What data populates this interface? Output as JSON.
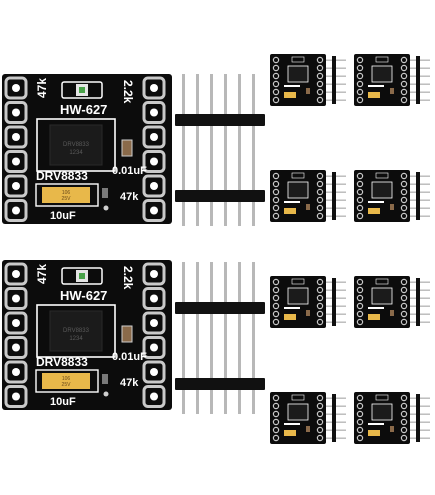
{
  "product": {
    "model_label": "HW-627",
    "chip_label": "DRV8833",
    "resistor_47k_label": "47k",
    "resistor_2k2_label": "2.2k",
    "cap_small_label": "0.01uF",
    "cap_large_label": "10uF",
    "ic_marking_line1": "DRV8833",
    "ic_marking_line2": "1234",
    "tantalum_marking_line1": "106",
    "tantalum_marking_line2": "25V"
  },
  "colors": {
    "board": "#0c0c0c",
    "silkscreen": "#ffffff",
    "pad": "#c9c9c9",
    "pin_metal": "#b8b8b8",
    "header_plastic": "#111111",
    "tantalum": "#e8b84a"
  },
  "counts": {
    "large_boards": 2,
    "small_boards": 8,
    "pin_headers": 4,
    "pins_per_header": 6,
    "pads_per_side": 6
  }
}
